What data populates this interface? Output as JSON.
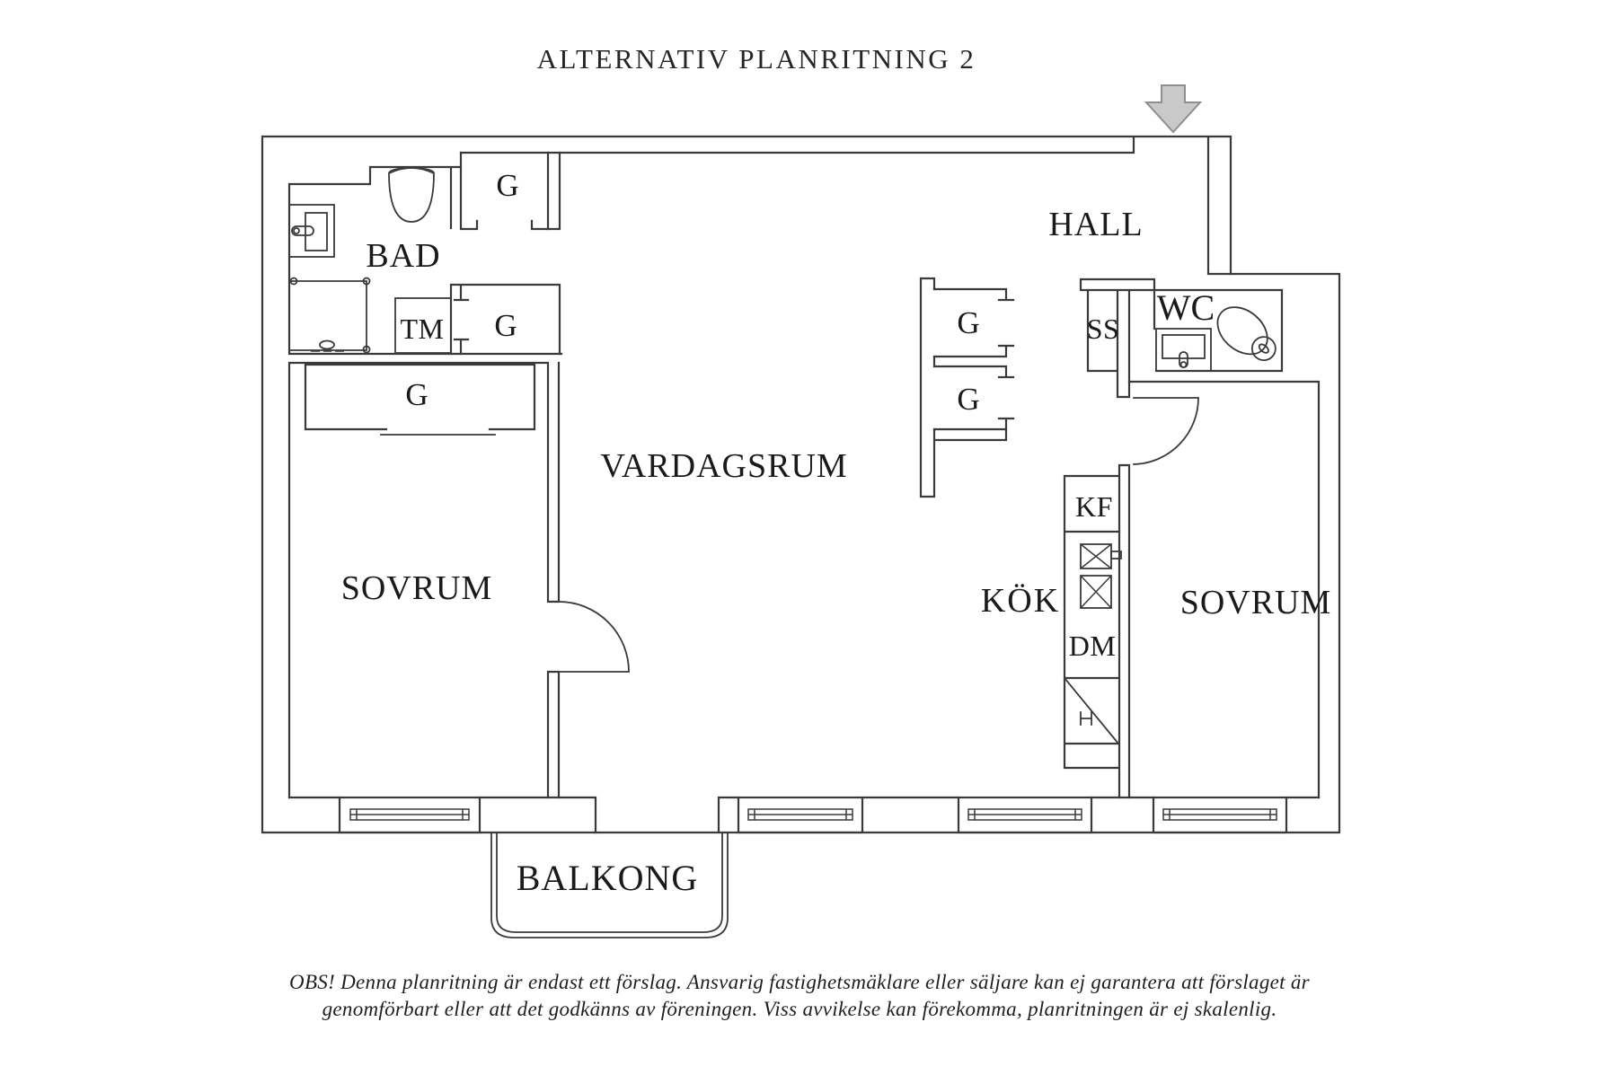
{
  "title": "ALTERNATIV PLANRITNING 2",
  "rooms": {
    "bad": "BAD",
    "hall": "HALL",
    "vardagsrum": "VARDAGSRUM",
    "sovrum_left": "SOVRUM",
    "sovrum_right": "SOVRUM",
    "kok": "KÖK",
    "wc": "WC",
    "balkong": "BALKONG"
  },
  "labels": {
    "g": "G",
    "tm": "TM",
    "ss": "SS",
    "kf": "KF",
    "dm": "DM"
  },
  "disclaimer": {
    "line1": "OBS! Denna planritning är endast ett förslag. Ansvarig fastighetsmäklare eller säljare kan ej garantera att förslaget är",
    "line2": "genomförbart eller att det godkänns av föreningen. Viss avvikelse kan förekomma, planritningen är ej skalenlig."
  },
  "colors": {
    "wall": "#3a3a3a",
    "label": "#1a1a1a",
    "arrow_fill": "#c9c9c9",
    "arrow_stroke": "#8f8f8f",
    "background": "#ffffff"
  }
}
